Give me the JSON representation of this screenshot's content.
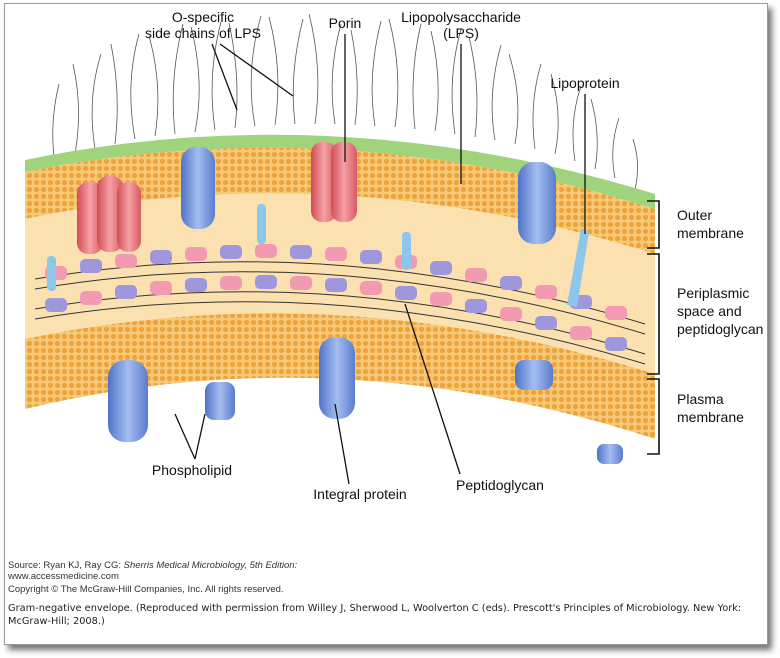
{
  "labels": {
    "o_specific_1": "O-specific",
    "o_specific_2": "side chains of LPS",
    "porin": "Porin",
    "lps_1": "Lipopolysaccharide",
    "lps_2": "(LPS)",
    "lipoprotein": "Lipoprotein",
    "outer_1": "Outer",
    "outer_2": "membrane",
    "peri_1": "Periplasmic",
    "peri_2": "space and",
    "peri_3": "peptidoglycan",
    "plasma_1": "Plasma",
    "plasma_2": "membrane",
    "phospholipid": "Phospholipid",
    "integral": "Integral protein",
    "peptidoglycan": "Peptidoglycan"
  },
  "source": {
    "line1_prefix": "Source: Ryan KJ, Ray CG: ",
    "line1_book": "Sherris Medical Microbiology, 5th Edition:",
    "line2": "www.accessmedicine.com",
    "line3": "Copyright © The McGraw-Hill Companies, Inc. All rights reserved."
  },
  "caption": "Gram-negative envelope. (Reproduced with permission from Willey J, Sherwood L, Woolverton C (eds). Prescott's Principles of Microbiology. New York: McGraw-Hill; 2008.)",
  "colors": {
    "membrane": "#f5c470",
    "lipid_head": "#f3a93c",
    "periplasm": "#f8d7a0",
    "lps_green": "#9fd37c",
    "protein_blue": "#7f9fe0",
    "porin_red": "#e8737a",
    "pg_pink": "#f39ab3",
    "pg_purple": "#9f97dc"
  }
}
